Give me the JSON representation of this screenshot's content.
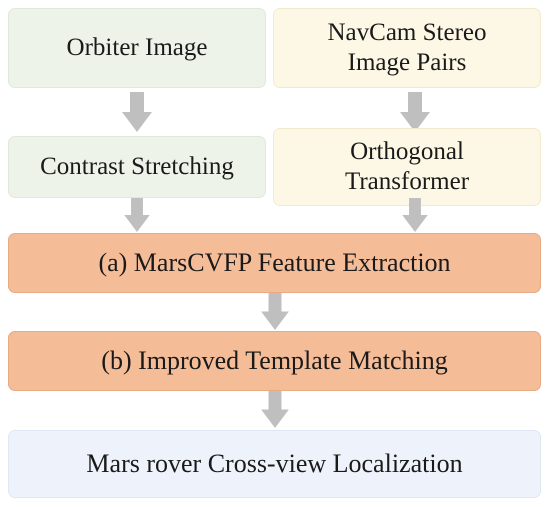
{
  "nodes": {
    "orbiter_image": "Orbiter Image",
    "navcam_line1": "NavCam Stereo",
    "navcam_line2": "Image Pairs",
    "contrast_stretching": "Contrast Stretching",
    "orthogonal_line1": "Orthogonal",
    "orthogonal_line2": "Transformer",
    "feature_extraction": "(a) MarsCVFP Feature Extraction",
    "template_matching": "(b) Improved Template Matching",
    "localization": "Mars rover Cross-view Localization"
  },
  "colors": {
    "left_column": "#eef3ea",
    "right_column": "#fdf8e5",
    "process": "#f5bc98",
    "output": "#eef2fb",
    "arrow": "#bfbfbf"
  }
}
